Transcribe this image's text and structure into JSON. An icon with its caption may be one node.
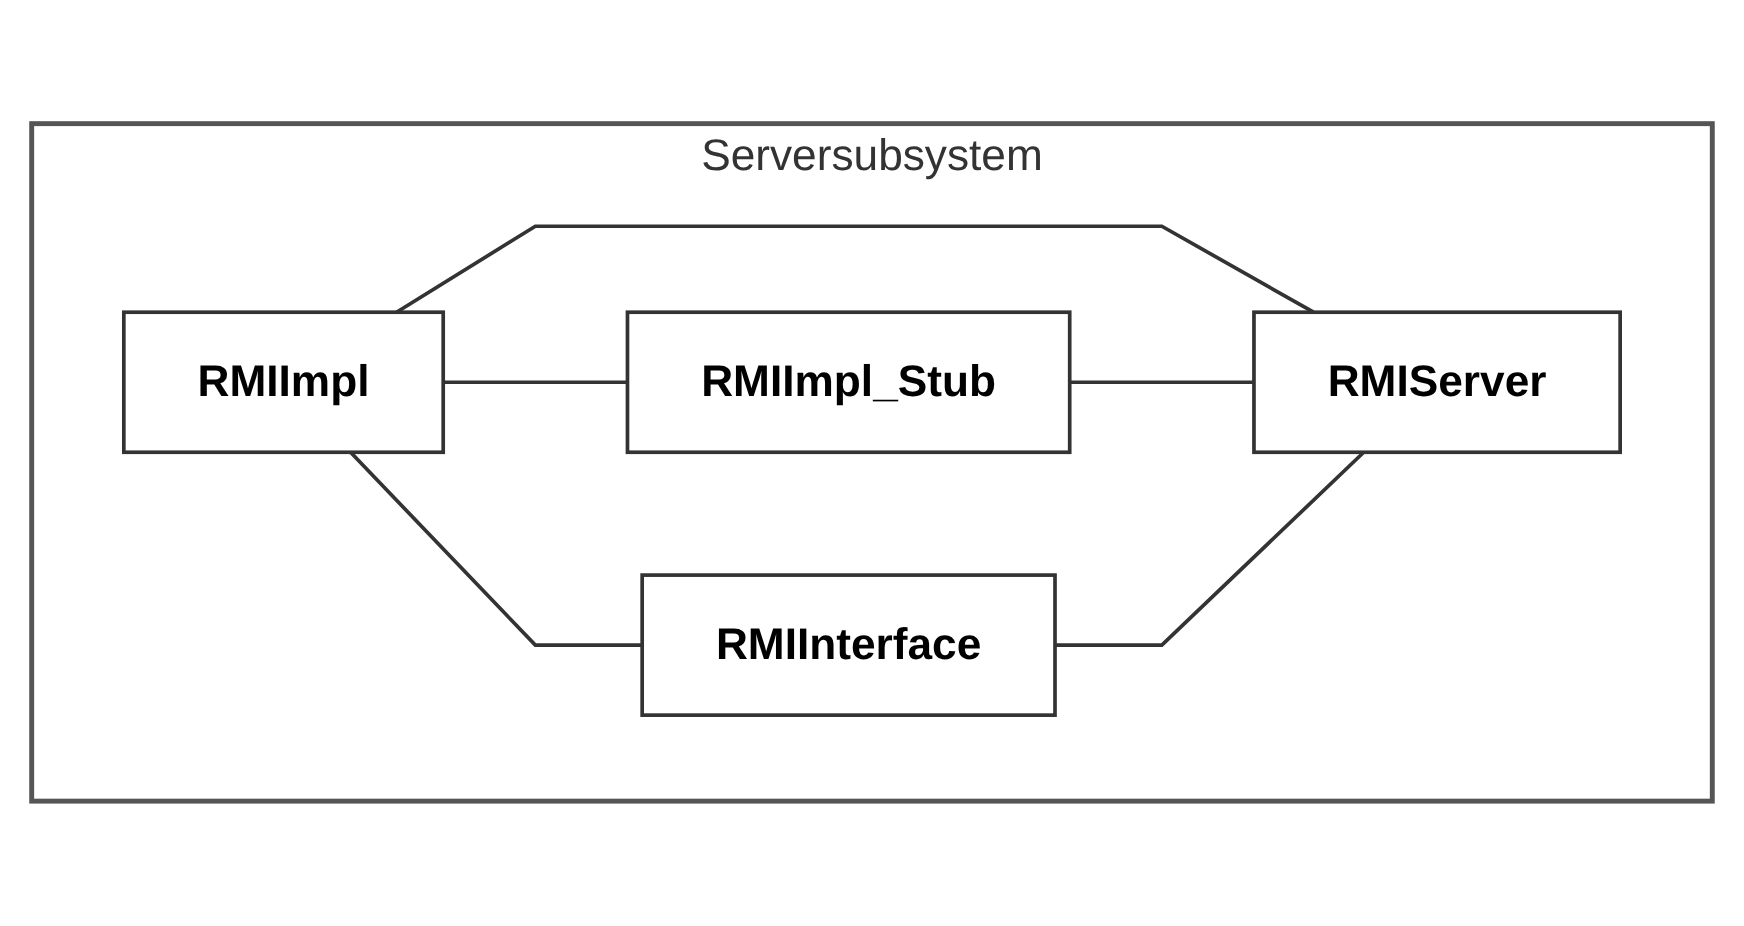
{
  "diagram": {
    "nodes": [
      {
        "text": [
          "Serversubsystem"
        ]
      },
      {
        "text": [
          "RMIImpl"
        ],
        "in": 0
      },
      {
        "text": [
          "RMIImpl_Stub"
        ],
        "in": 0
      },
      {
        "text": [
          "RMIInterface"
        ],
        "in": 0
      },
      {
        "text": [
          "RMIServer"
        ],
        "in": 0
      }
    ],
    "edges": [
      {
        "from": 1,
        "to": 2,
        "arrow": "none"
      },
      {
        "from": 1,
        "to": 3,
        "arrow": "none"
      },
      {
        "from": 1,
        "to": 4,
        "arrow": "none"
      },
      {
        "from": 2,
        "to": 4,
        "arrow": "none"
      },
      {
        "from": 3,
        "to": 4,
        "arrow": "none"
      }
    ]
  }
}
